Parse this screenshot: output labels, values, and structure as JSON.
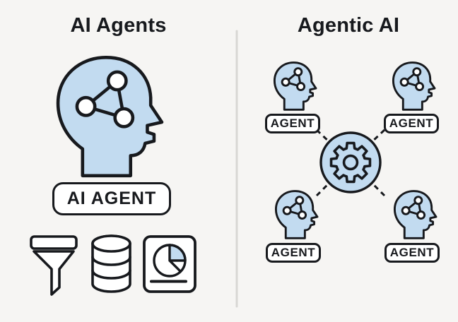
{
  "left_panel": {
    "title": "AI Agents",
    "agent_badge": "AI AGENT",
    "head_icon": "head-with-network-icon",
    "tool_icons": [
      {
        "name": "funnel-icon"
      },
      {
        "name": "database-icon"
      },
      {
        "name": "pie-chart-document-icon"
      }
    ]
  },
  "right_panel": {
    "title": "Agentic AI",
    "hub_icon": "gear-icon",
    "agents": [
      {
        "label": "AGENT",
        "position": "top-left"
      },
      {
        "label": "AGENT",
        "position": "top-right"
      },
      {
        "label": "AGENT",
        "position": "bottom-left"
      },
      {
        "label": "AGENT",
        "position": "bottom-right"
      }
    ]
  },
  "colors": {
    "background": "#f6f5f3",
    "fill_blue": "#c2dbf0",
    "outline": "#17191d",
    "divider": "#d8d7d4",
    "white": "#ffffff"
  }
}
